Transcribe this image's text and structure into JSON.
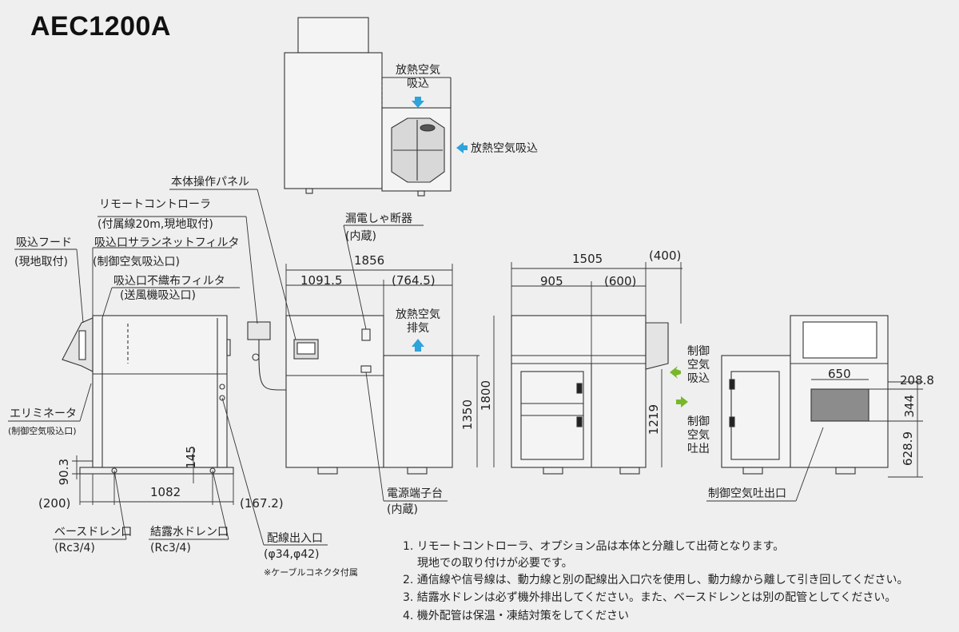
{
  "title": "AEC1200A",
  "labels": {
    "top_heat_intake": "放熱空気\n吸込",
    "side_heat_intake": "放熱空気吸込",
    "body_panel": "本体操作パネル",
    "remote": "リモートコントローラ",
    "remote_sub": "(付属線20m,現地取付)",
    "intake_hood": "吸込フード",
    "intake_hood_sub": "(現地取付)",
    "saran_filter": "吸込口サランネットフィルタ",
    "saran_filter_sub": "(制御空気吸込口)",
    "nonwoven_filter": "吸込口不織布フィルタ",
    "nonwoven_filter_sub": "(送風機吸込口)",
    "breaker": "漏電しゃ断器",
    "breaker_sub": "(内蔵)",
    "heat_exhaust": "放熱空気\n排気",
    "eliminator": "エリミネータ",
    "eliminator_sub": "(制御空気吸込口)",
    "base_drain": "ベースドレン口",
    "base_drain_sub": "(Rc3/4)",
    "cond_drain": "結露水ドレン口",
    "cond_drain_sub": "(Rc3/4)",
    "wiring": "配線出入口",
    "wiring_sub": "(φ34,φ42)",
    "wiring_note": "※ケーブルコネクタ付属",
    "terminal": "電源端子台",
    "terminal_sub": "(内蔵)",
    "ctrl_intake": "制御\n空気\n吸込",
    "ctrl_outlet": "制御\n空気\n吐出",
    "ctrl_outlet_port": "制御空気吐出口"
  },
  "dims": {
    "d1856": "1856",
    "d1091": "1091.5",
    "d764": "(764.5)",
    "d1505": "1505",
    "d400": "(400)",
    "d905": "905",
    "d600": "(600)",
    "d1350": "1350",
    "d1800": "1800",
    "d1219": "1219",
    "d145": "145",
    "d90": "90.3",
    "d200": "(200)",
    "d1082": "1082",
    "d167": "(167.2)",
    "d650": "650",
    "d208": "208.8",
    "d344": "344",
    "d628": "628.9"
  },
  "notes": [
    "1. リモートコントローラ、オプション品は本体と分離して出荷となります。",
    "現地での取り付けが必要です。",
    "2. 通信線や信号線は、動力線と別の配線出入口穴を使用し、動力線から離して引き回してください。",
    "3. 結露水ドレンは必ず機外排出してください。また、ベースドレンとは別の配管としてください。",
    "4. 機外配管は保温・凍結対策をしてください"
  ],
  "colors": {
    "line": "#333333",
    "arrow_blue": "#2ea3dc",
    "arrow_green": "#77b82a",
    "panel_dark": "#888888"
  }
}
